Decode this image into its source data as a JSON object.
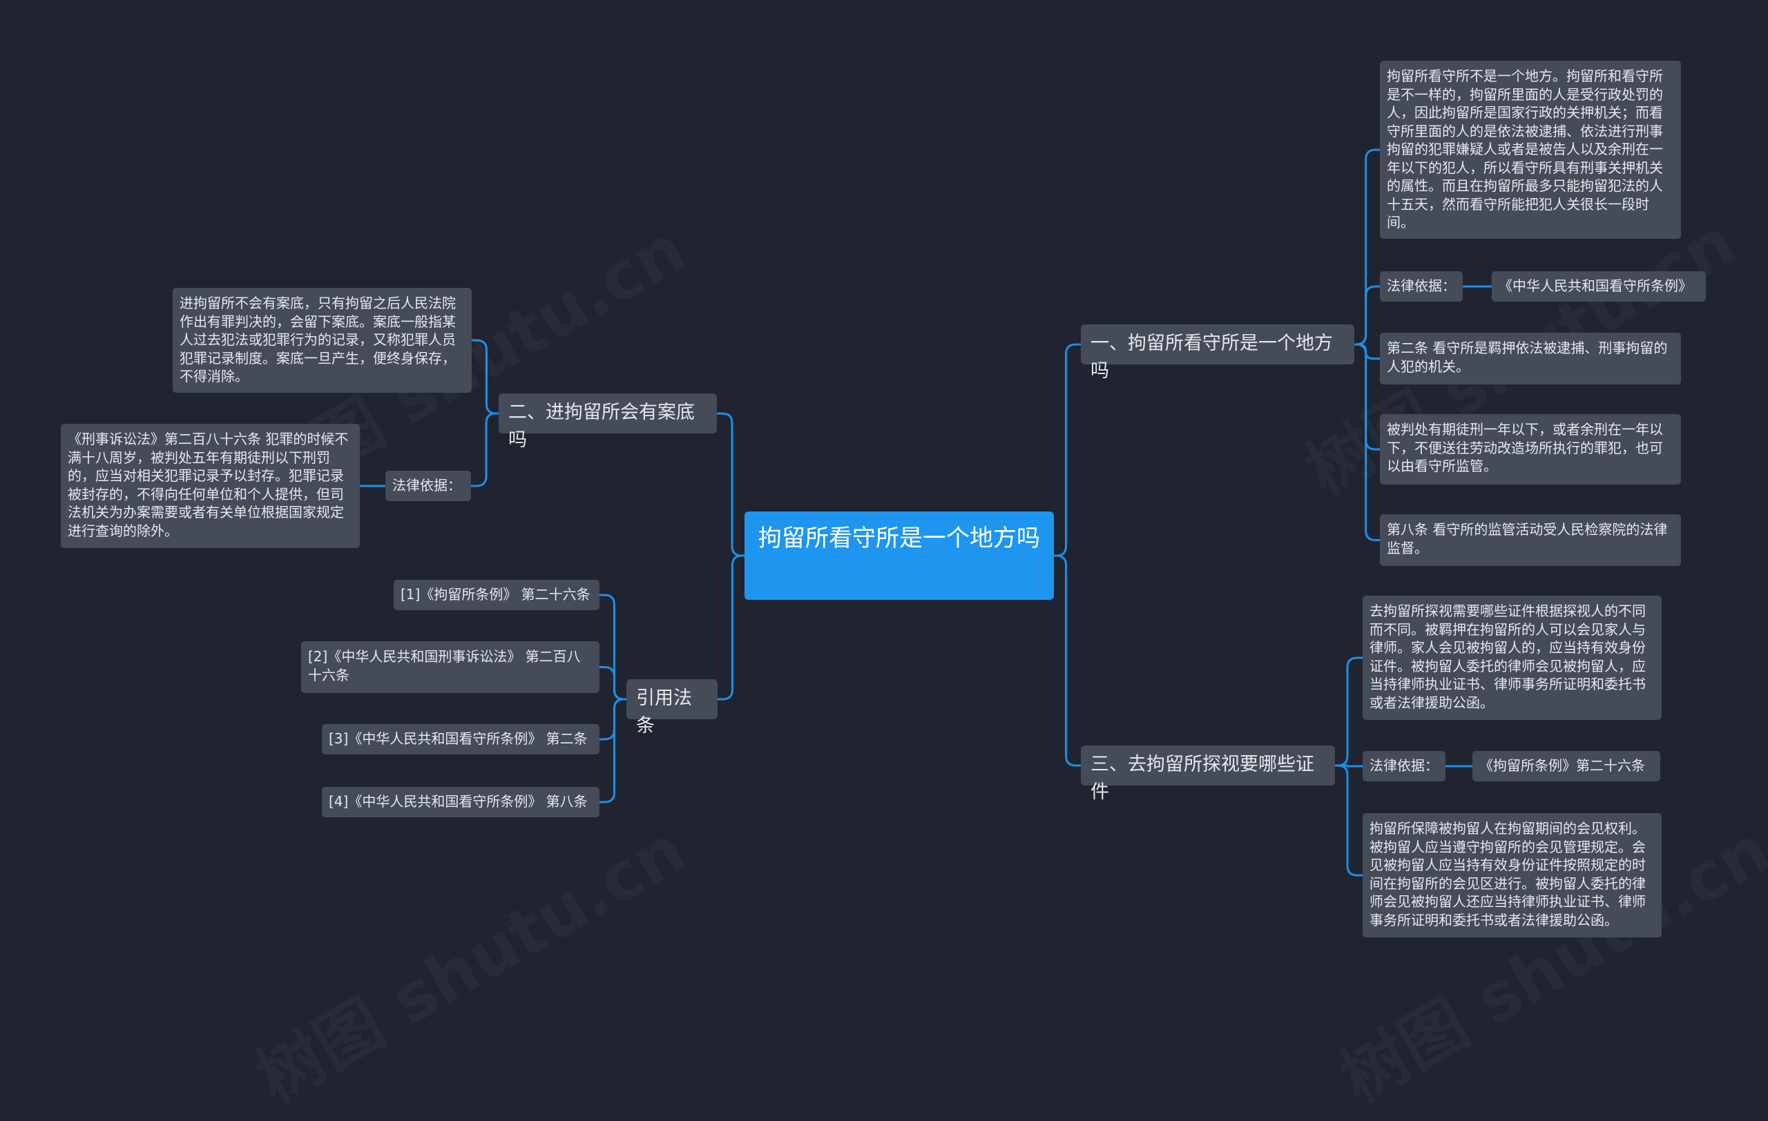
{
  "root": {
    "text": "拘留所看守所是一个地方吗"
  },
  "branches": {
    "b1": {
      "text": "一、拘留所看守所是一个地方吗"
    },
    "b2": {
      "text": "二、进拘留所会有案底吗"
    },
    "b3": {
      "text": "三、去拘留所探视要哪些证件"
    },
    "b4": {
      "text": "引用法条"
    }
  },
  "leaves": {
    "b1_text": "拘留所看守所不是一个地方。拘留所和看守所是不一样的，拘留所里面的人是受行政处罚的人，因此拘留所是国家行政的关押机关；而看守所里面的人的是依法被逮捕、依法进行刑事拘留的犯罪嫌疑人或者是被告人以及余刑在一年以下的犯人，所以看守所具有刑事关押机关的属性。而且在拘留所最多只能拘留犯法的人十五天，然而看守所能把犯人关很长一段时间。",
    "b1_basis_label": "法律依据：",
    "b1_basis_value": "《中华人民共和国看守所条例》",
    "b1_art2": "第二条 看守所是羁押依法被逮捕、刑事拘留的人犯的机关。",
    "b1_sentence": "被判处有期徒刑一年以下，或者余刑在一年以下，不便送往劳动改造场所执行的罪犯，也可以由看守所监管。",
    "b1_art8": "第八条 看守所的监管活动受人民检察院的法律监督。",
    "b2_text": "进拘留所不会有案底，只有拘留之后人民法院作出有罪判决的，会留下案底。案底一般指某人过去犯法或犯罪行为的记录，又称犯罪人员犯罪记录制度。案底一旦产生，便终身保存，不得消除。",
    "b2_basis_label": "法律依据：",
    "b2_basis_value": "《刑事诉讼法》第二百八十六条 犯罪的时候不满十八周岁，被判处五年有期徒刑以下刑罚的，应当对相关犯罪记录予以封存。犯罪记录被封存的，不得向任何单位和个人提供，但司法机关为办案需要或者有关单位根据国家规定进行查询的除外。",
    "b3_text": "去拘留所探视需要哪些证件根据探视人的不同而不同。被羁押在拘留所的人可以会见家人与律师。家人会见被拘留人的，应当持有效身份证件。被拘留人委托的律师会见被拘留人，应当持律师执业证书、律师事务所证明和委托书或者法律援助公函。",
    "b3_basis_label": "法律依据：",
    "b3_basis_value": "《拘留所条例》第二十六条",
    "b3_guarantee": "拘留所保障被拘留人在拘留期间的会见权利。被拘留人应当遵守拘留所的会见管理规定。会见被拘留人应当持有效身份证件按照规定的时间在拘留所的会见区进行。被拘留人委托的律师会见被拘留人还应当持律师执业证书、律师事务所证明和委托书或者法律援助公函。",
    "b4_ref1": "[1]《拘留所条例》 第二十六条",
    "b4_ref2": "[2]《中华人民共和国刑事诉讼法》 第二百八十六条",
    "b4_ref3": "[3]《中华人民共和国看守所条例》 第二条",
    "b4_ref4": "[4]《中华人民共和国看守所条例》 第八条"
  },
  "watermark": "树图 shutu.cn",
  "colors": {
    "background": "#1f2430",
    "root_fill": "#1e96ef",
    "node_fill": "#464b58",
    "link": "#1b8fe8",
    "text": "#e6e8ee"
  }
}
